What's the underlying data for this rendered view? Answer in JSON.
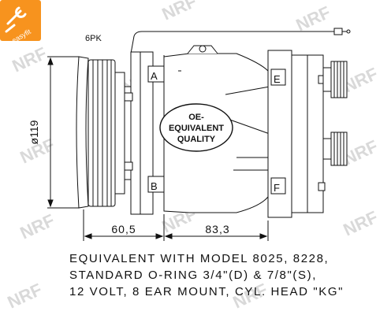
{
  "badge": {
    "brand": "easyfit",
    "bg_color": "#f7931e",
    "text_color": "#ffffff"
  },
  "watermark": {
    "text": "NRF",
    "color": "#d9d9d9",
    "icon": "nrf-watermark-logo"
  },
  "drawing": {
    "belt_label": "6PK",
    "diameter_label": "ø119",
    "dim_left": "60,5",
    "dim_right": "83,3",
    "port_a": "A",
    "port_b": "B",
    "port_e": "E",
    "port_f": "F",
    "seal_lines": [
      "OE-",
      "EQUIVALENT",
      "QUALITY"
    ]
  },
  "caption": {
    "line1": "EQUIVALENT WITH MODEL 8025, 8228,",
    "line2": "STANDARD O-RING 3/4\"(D) & 7/8\"(S),",
    "line3": "12 VOLT, 8 EAR MOUNT, CYL. HEAD \"KG\""
  }
}
